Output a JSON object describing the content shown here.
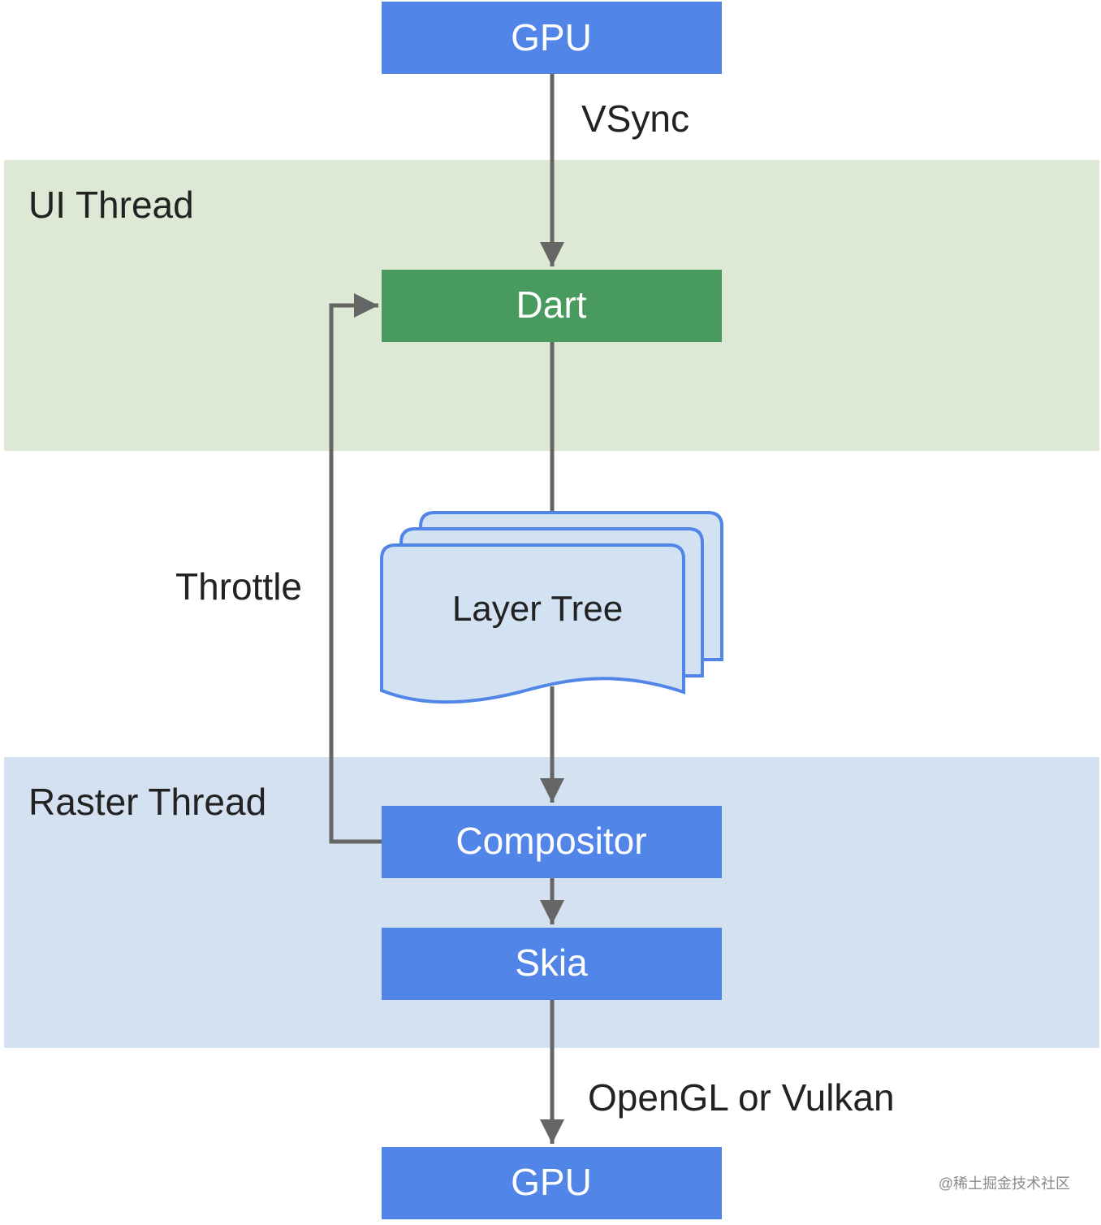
{
  "colors": {
    "ui_band": "#dde8d5",
    "raster_band": "#d4e1f0",
    "blue_box": "#5285e8",
    "green_box": "#489a5e",
    "layer_fill": "#d3e2f3",
    "layer_stroke": "#5285e8",
    "connector": "#666666"
  },
  "bands": {
    "ui": "UI Thread",
    "raster": "Raster Thread"
  },
  "nodes": {
    "gpu_top": "GPU",
    "dart": "Dart",
    "layer_tree": "Layer Tree",
    "compositor": "Compositor",
    "skia": "Skia",
    "gpu_bottom": "GPU"
  },
  "edges": {
    "vsync": "VSync",
    "throttle": "Throttle",
    "opengl": "OpenGL or Vulkan"
  },
  "watermark": "@稀土掘金技术社区"
}
